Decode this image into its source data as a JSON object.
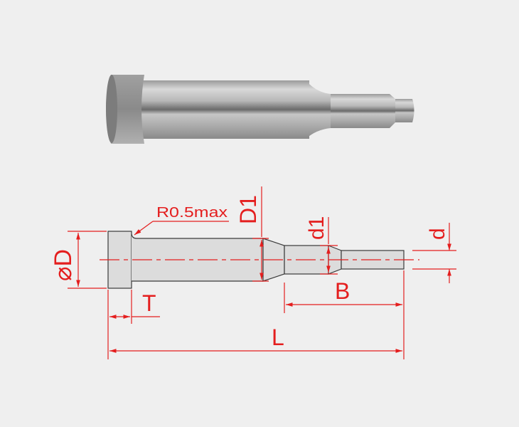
{
  "labels": {
    "radius_note": "R0.5max",
    "head_diameter": "⌀D",
    "shank_diameter": "D1",
    "step_diameter": "d1",
    "tip_diameter": "d",
    "head_thickness": "T",
    "step_length": "B",
    "overall_length": "L"
  },
  "colors": {
    "dimension": "#e41e1e",
    "outline": "#3a3a3a",
    "part_fill": "#dcdcdc",
    "background": "#efefef"
  }
}
